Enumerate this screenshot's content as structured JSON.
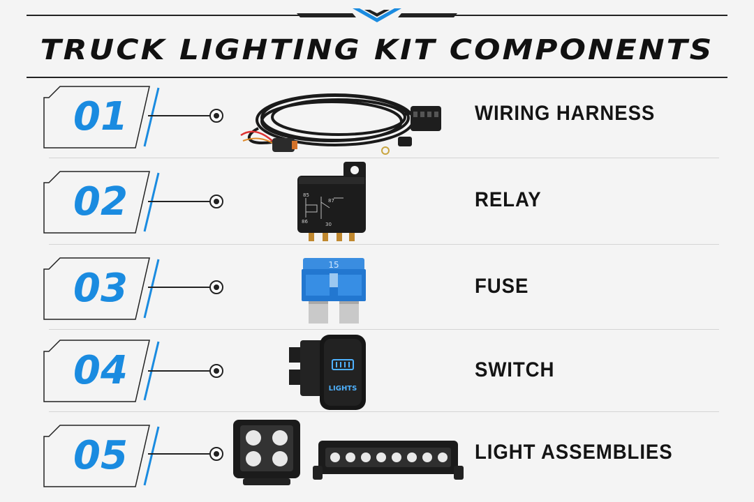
{
  "title": "TRUCK LIGHTING KIT COMPONENTS",
  "colors": {
    "accent": "#1a8be0",
    "text": "#141414",
    "background": "#f4f4f4"
  },
  "components": [
    {
      "number": "01",
      "label": "WIRING HARNESS",
      "icon": "wiring-harness-icon"
    },
    {
      "number": "02",
      "label": "RELAY",
      "icon": "relay-icon",
      "pin_labels": [
        "85",
        "87",
        "86",
        "30"
      ]
    },
    {
      "number": "03",
      "label": "FUSE",
      "icon": "fuse-icon",
      "rating": "15"
    },
    {
      "number": "04",
      "label": "SWITCH",
      "icon": "rocker-switch-icon",
      "switch_text": "LIGHTS"
    },
    {
      "number": "05",
      "label": "LIGHT ASSEMBLIES",
      "icon": "light-assemblies-icon"
    }
  ]
}
